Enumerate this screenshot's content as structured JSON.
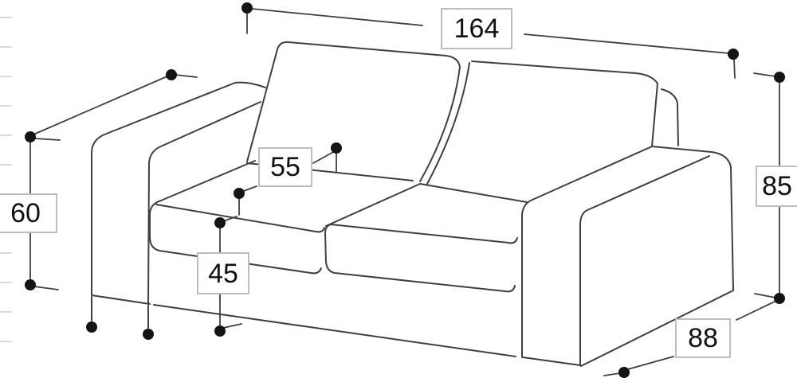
{
  "diagram": {
    "type": "furniture-dimension-drawing",
    "subject": "two-seat sofa line drawing with measurement callouts",
    "colors": {
      "background": "#ffffff",
      "outline": "#3f3f3f",
      "dimension_line": "#3f3f3f",
      "box_border": "#bdbdbd",
      "box_fill": "#ffffff",
      "dot": "#141414",
      "text": "#111111",
      "edge_tick": "#d9d9d9"
    },
    "dimensions": {
      "overall_width": {
        "value": "164",
        "position": "top"
      },
      "overall_height": {
        "value": "85",
        "position": "right"
      },
      "arm_height": {
        "value": "60",
        "position": "left"
      },
      "seat_depth": {
        "value": "55",
        "position": "center-upper"
      },
      "seat_height": {
        "value": "45",
        "position": "center-lower"
      },
      "overall_depth": {
        "value": "88",
        "position": "bottom-right"
      }
    }
  }
}
